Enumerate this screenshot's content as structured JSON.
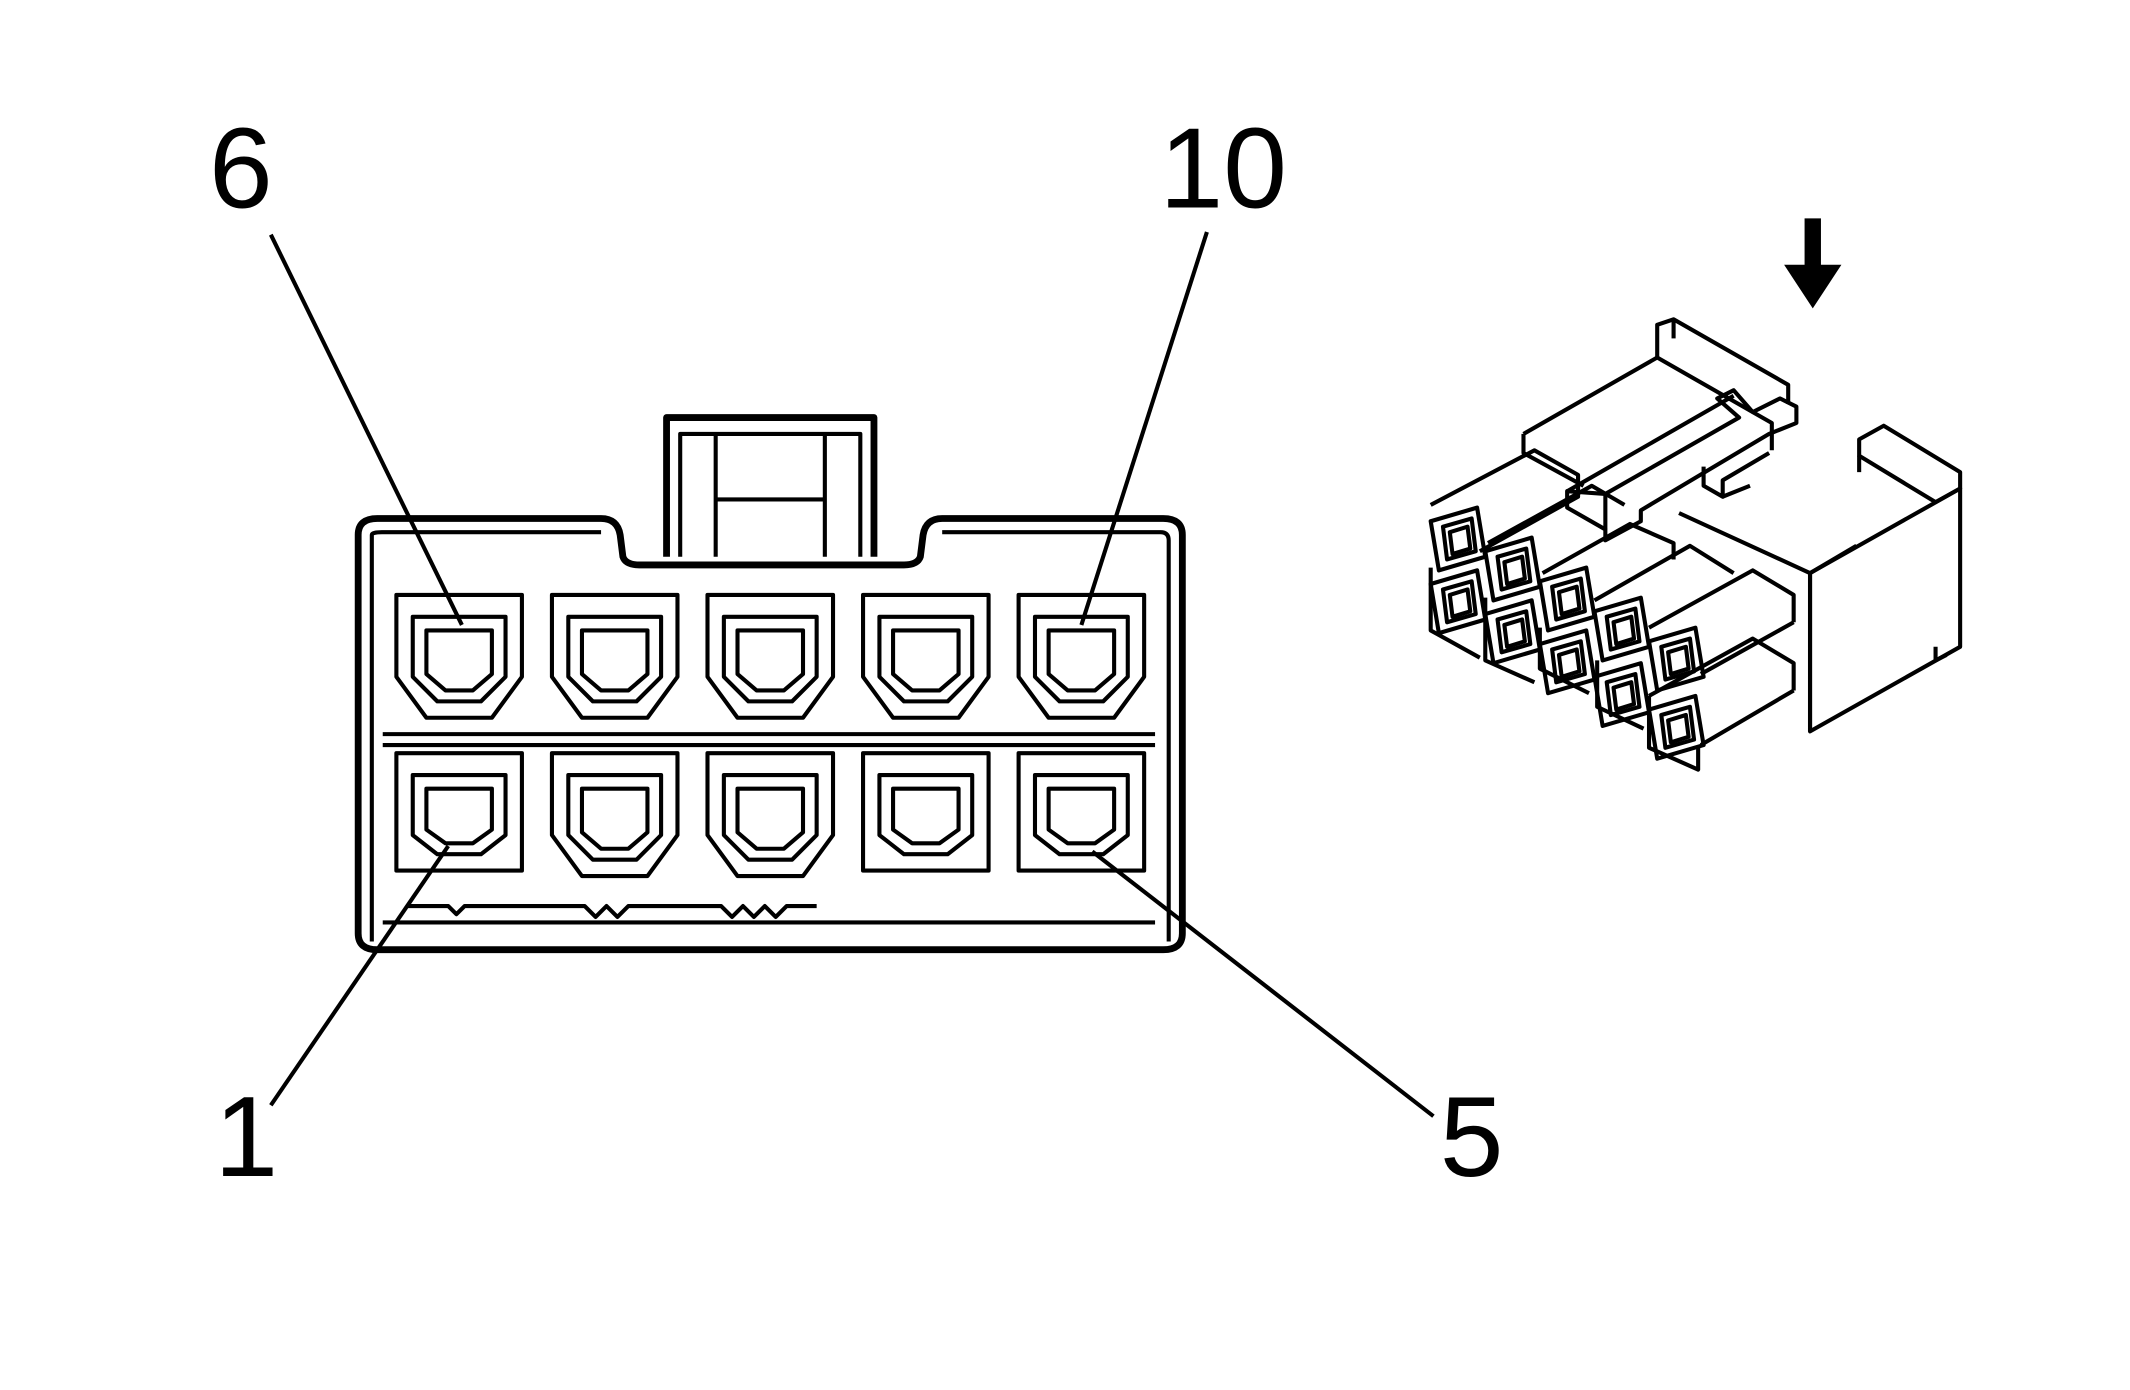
{
  "diagram": {
    "pin_labels": {
      "top_left": "6",
      "top_right": "10",
      "bottom_left": "1",
      "bottom_right": "5"
    },
    "colors": {
      "line": "#000000",
      "background": "#ffffff"
    },
    "icons": [
      "insertion-direction-arrow-icon",
      "connector-isometric-view"
    ]
  }
}
